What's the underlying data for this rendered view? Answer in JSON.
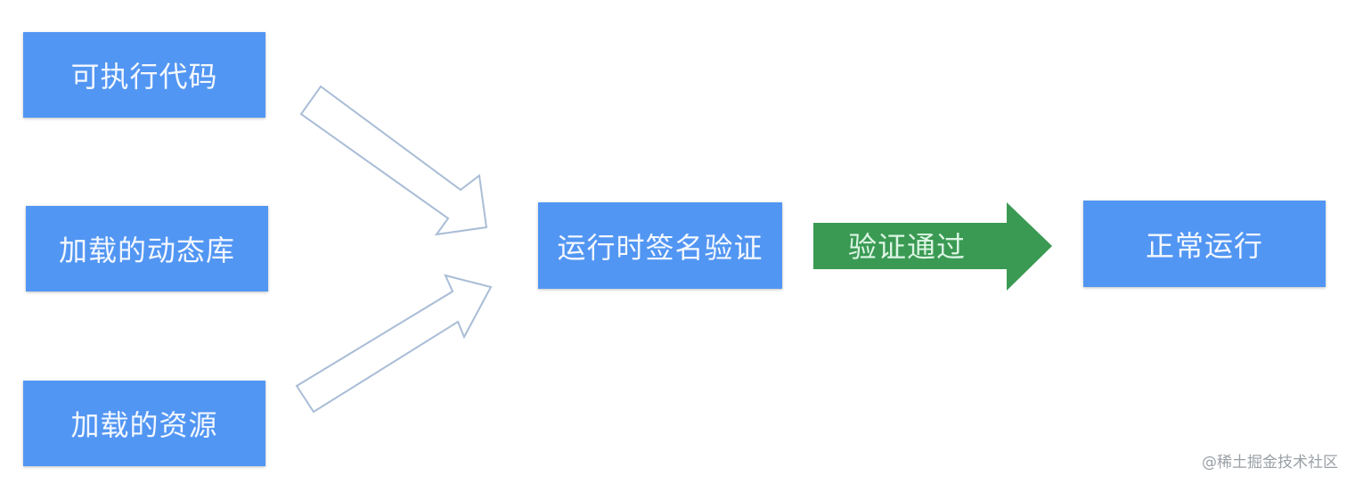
{
  "diagram": {
    "inputs": [
      {
        "label": "可执行代码"
      },
      {
        "label": "加载的动态库"
      },
      {
        "label": "加载的资源"
      }
    ],
    "process": {
      "label": "运行时签名验证"
    },
    "transition": {
      "label": "验证通过"
    },
    "result": {
      "label": "正常运行"
    }
  },
  "colors": {
    "box_fill": "#5296f3",
    "box_text": "#f4f8ff",
    "hollow_arrow_stroke": "#a9bdd6",
    "pass_arrow_fill": "#3a9a53"
  },
  "watermark": "@稀土掘金技术社区"
}
